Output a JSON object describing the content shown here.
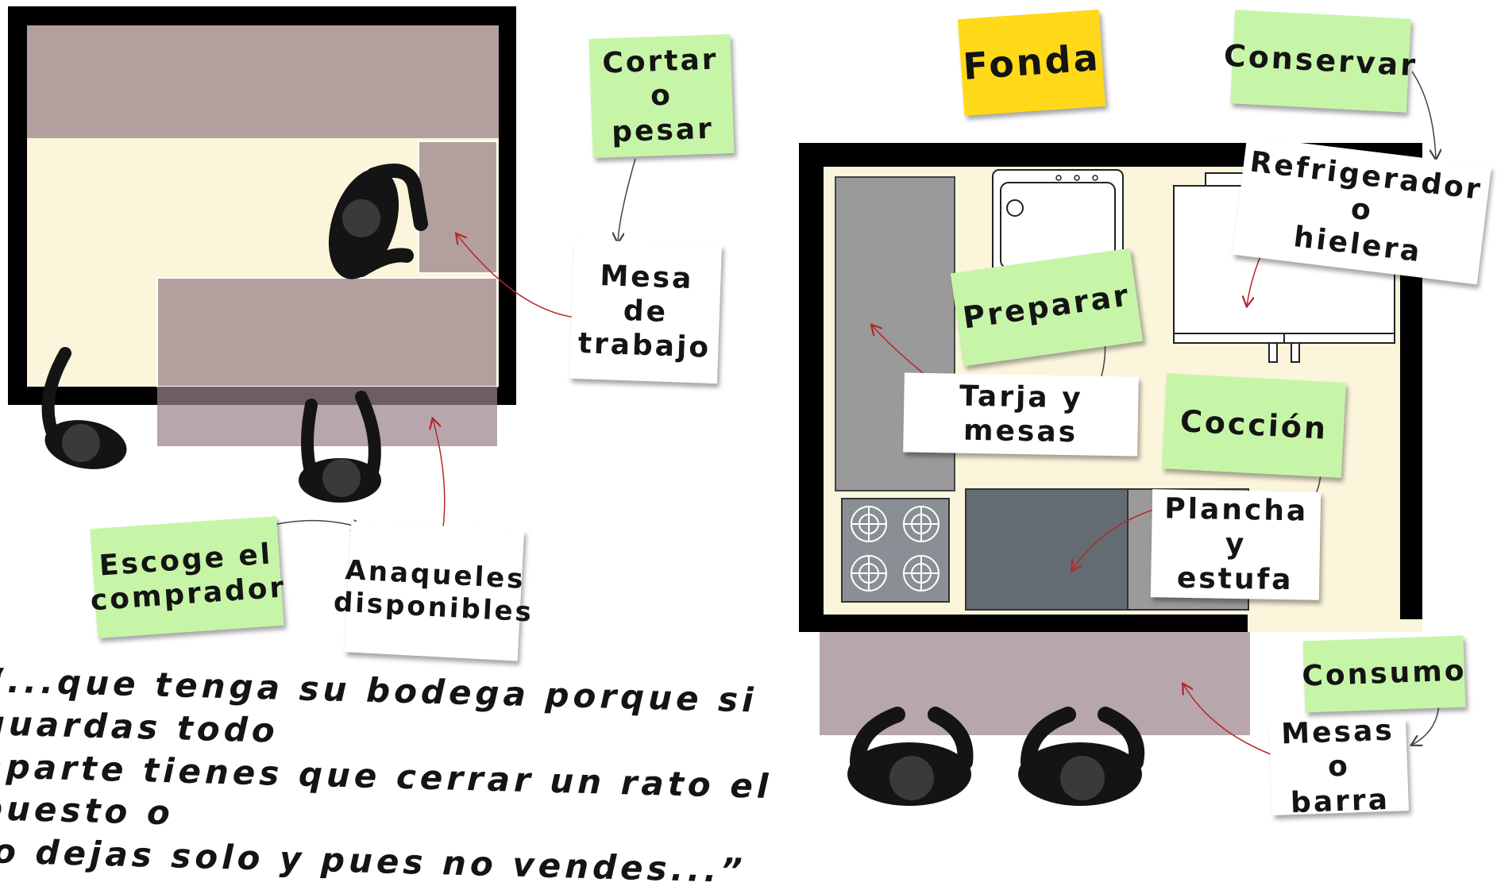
{
  "header": {
    "title": "Fonda"
  },
  "left_layout": {
    "notes": {
      "cortar": "Cortar\no pesar",
      "mesa": "Mesa\nde\ntrabajo",
      "escoge": "Escoge el\ncomprador",
      "anaqueles": "Anaqueles\ndisponibles"
    }
  },
  "right_layout": {
    "notes": {
      "conservar": "Conservar",
      "refrigerador": "Refrigerador o\nhielera",
      "preparar": "Preparar",
      "tarja": "Tarja y mesas",
      "coccion": "Cocción",
      "plancha": "Plancha y\nestufa",
      "consumo": "Consumo",
      "mesas": "Mesas o\nbarra"
    }
  },
  "quote": {
    "text": "“...que tenga su bodega porque si guardas todo\naparte tienes que cerrar un rato el puesto o\nlo dejas solo y pues no vendes...”"
  },
  "colors": {
    "wall": "#000000",
    "floor": "#fbf5db",
    "counter": "#b3a09e",
    "counter_edge": "#6f5d66",
    "shelf": "#b8a6ad",
    "sink": "#9a9a9a",
    "grill": "#636c72",
    "stove": "#8a8f96",
    "note_green": "#c7f5a8",
    "note_yellow": "#ffd91a",
    "arrow_red": "#b5282d",
    "figure": "#141414"
  }
}
